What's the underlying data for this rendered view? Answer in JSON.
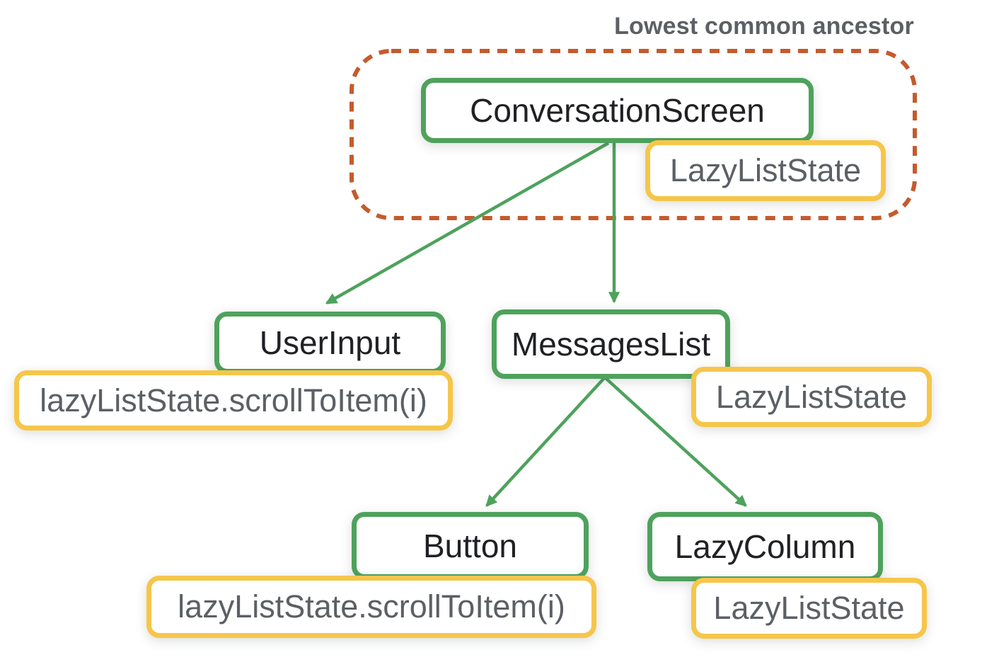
{
  "annotation": {
    "label": "Lowest common ancestor"
  },
  "colors": {
    "component_border_green": "#4ea25c",
    "state_border_yellow": "#f6c64a",
    "ancestor_dashed_orange": "#c45b2d",
    "state_text_gray": "#5c6065",
    "component_text_black": "#202124",
    "edge_green": "#4ea25c"
  },
  "nodes": {
    "conversation_screen": {
      "label": "ConversationScreen",
      "state_label": "LazyListState"
    },
    "user_input": {
      "label": "UserInput",
      "state_label": "lazyListState.scrollToItem(i)"
    },
    "messages_list": {
      "label": "MessagesList",
      "state_label": "LazyListState"
    },
    "button": {
      "label": "Button",
      "state_label": "lazyListState.scrollToItem(i)"
    },
    "lazy_column": {
      "label": "LazyColumn",
      "state_label": "LazyListState"
    }
  },
  "edges": [
    {
      "from": "conversation_screen",
      "to": "user_input"
    },
    {
      "from": "conversation_screen",
      "to": "messages_list"
    },
    {
      "from": "messages_list",
      "to": "button"
    },
    {
      "from": "messages_list",
      "to": "lazy_column"
    }
  ],
  "lowest_common_ancestor_contains": [
    "conversation_screen",
    "conversation_screen.state"
  ]
}
